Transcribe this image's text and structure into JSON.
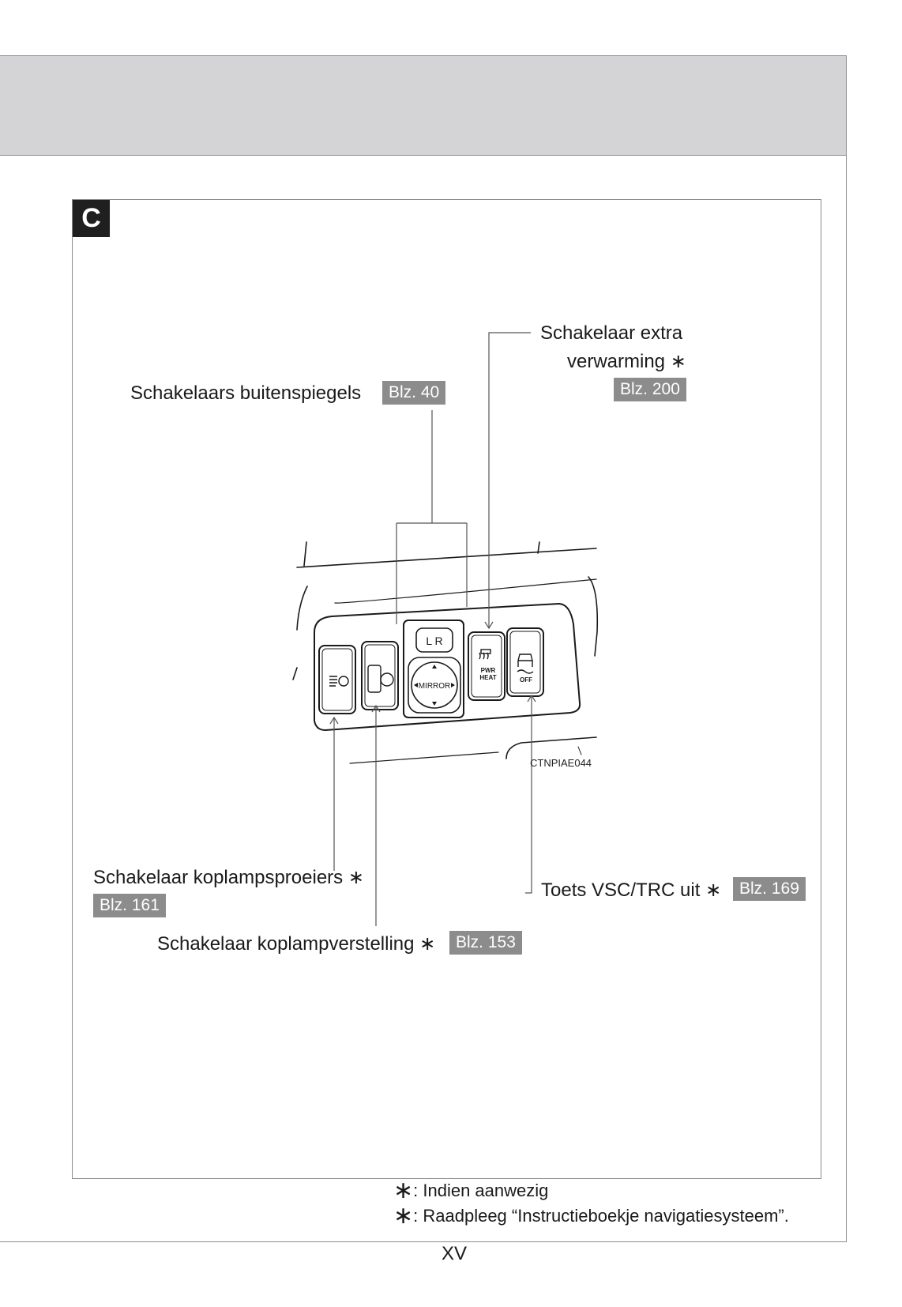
{
  "section": {
    "badge": "C"
  },
  "labels": {
    "mirrors": {
      "text": "Schakelaars buitenspiegels",
      "ref": "Blz. 40"
    },
    "extra_heating": {
      "line1": "Schakelaar extra",
      "line2": "verwarming",
      "star": "∗",
      "ref": "Blz. 200"
    },
    "headlamp_cleaner": {
      "text": "Schakelaar koplampsproeiers",
      "star": "∗",
      "ref": "Blz. 161"
    },
    "headlamp_leveling": {
      "text": "Schakelaar koplampverstelling",
      "star": "∗",
      "ref": "Blz. 153"
    },
    "vsc_trc": {
      "text": "Toets VSC/TRC uit",
      "star": "∗",
      "ref": "Blz. 169"
    }
  },
  "switch_panel": {
    "mirror_lr": "L   R",
    "mirror_label": "MIRROR",
    "pwr": "PWR",
    "heat": "HEAT",
    "off": "OFF",
    "image_code": "CTNPIAE044"
  },
  "footnotes": [
    {
      "symbol": "∗",
      "text": ": Indien aanwezig"
    },
    {
      "symbol": "∗",
      "text": ": Raadpleeg “Instructieboekje navigatiesysteem”."
    }
  ],
  "page_number": "XV"
}
